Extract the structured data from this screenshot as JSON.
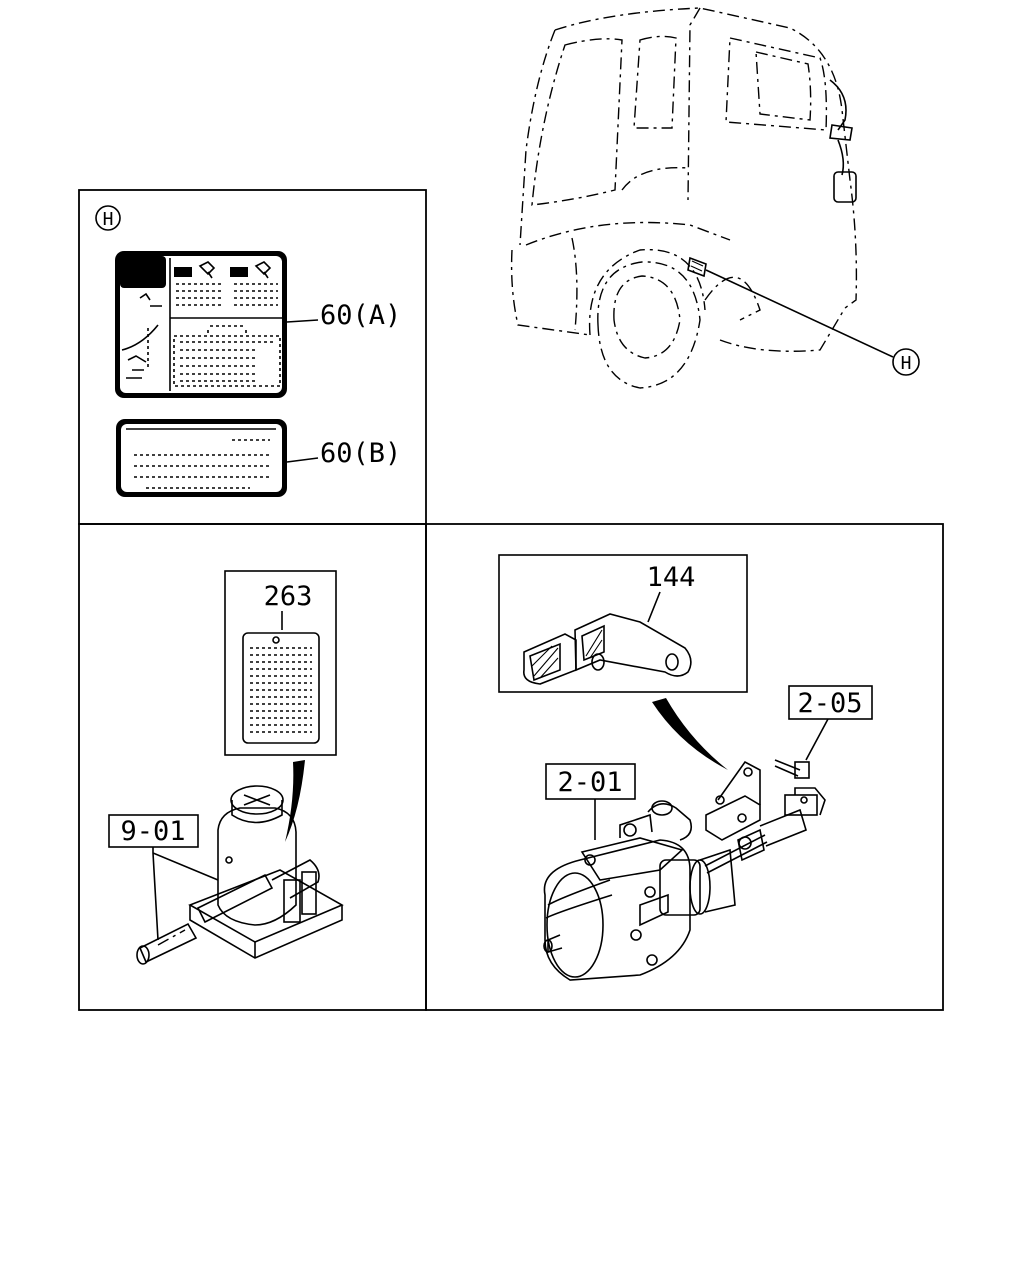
{
  "callouts": {
    "detail_h_panel": "H",
    "detail_h_truck": "H",
    "label_60a": "60(A)",
    "label_60b": "60(B)",
    "label_263": "263",
    "label_901": "9-01",
    "label_144": "144",
    "label_205": "2-05",
    "label_201": "2-01"
  }
}
